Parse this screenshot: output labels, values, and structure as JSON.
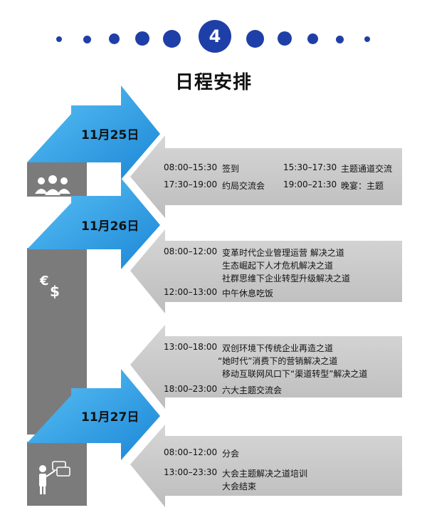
{
  "header": {
    "step_number": "4",
    "title": "日程安排"
  },
  "colors": {
    "accent_blue": "#1f3fa8",
    "arrow_blue": "#2b9de6",
    "strip_gray": "#7b7b7b",
    "panel_gray": "#c9c9c9"
  },
  "days": [
    {
      "date": "11月25日",
      "items": [
        {
          "time": "08:00–15:30",
          "text": "签到"
        },
        {
          "time": "15:30–17:30",
          "text": "主题通道交流"
        },
        {
          "time": "17:30–19:00",
          "text": "约局交流会"
        },
        {
          "time": "19:00–21:30",
          "text": "晚宴：主题"
        }
      ]
    },
    {
      "date": "11月26日",
      "items": [
        {
          "time": "08:00–12:00",
          "lines": [
            "变革时代企业管理运营 解决之道",
            "生态崛起下人才危机解决之道",
            "社群思维下企业转型升级解决之道"
          ]
        },
        {
          "time": "12:00–13:00",
          "lines": [
            "中午休息吃饭"
          ]
        },
        {
          "time": "13:00–18:00",
          "lines": [
            "双创环境下传统企业再造之道",
            "“她时代”消费下的营销解决之道",
            "移动互联网风口下“渠道转型”解决之道"
          ]
        },
        {
          "time": "18:00–23:00",
          "lines": [
            "六大主题交流会"
          ]
        }
      ]
    },
    {
      "date": "11月27日",
      "items": [
        {
          "time": "08:00–12:00",
          "lines": [
            "分会"
          ]
        },
        {
          "time": "13:00–23:30",
          "lines": [
            "大会主题解决之道培训",
            "大会结束"
          ]
        }
      ]
    }
  ],
  "icons": [
    "people-icon",
    "currency-icon",
    "presenter-icon"
  ]
}
